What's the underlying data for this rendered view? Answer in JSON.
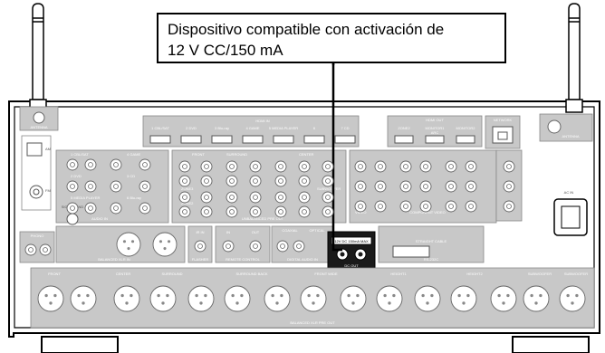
{
  "callout": {
    "line1": "Dispositivo compatible con activación de",
    "line2": "12 V CC/150 mA"
  },
  "panel_labels": {
    "hdmi_in": "HDMI IN",
    "hdmi_inputs": [
      "1 CBL/SAT",
      "2 DVD",
      "3 Blu-ray",
      "4 GAME",
      "5 MEDIA PLAYER",
      "6",
      "7 CD"
    ],
    "hdmi_out": "HDMI OUT",
    "hdmi_out_ports": [
      "ZONE2",
      "MONITOR1",
      "MONITOR2"
    ],
    "arc": "ARC",
    "network": "NETWORK",
    "antenna_left": "ANTENNA",
    "am": "AM",
    "fm": "FM",
    "antenna_right": "ANTENNA",
    "signal_gnd": "SIGNAL GND",
    "audio_in_rows": [
      [
        "1 CBL/SAT",
        "4 GAME"
      ],
      [
        "2 DVD",
        "3 CD"
      ],
      [
        "5 MEDIA PLAYER",
        "6 Blu-ray"
      ]
    ],
    "audio_in": "AUDIO IN",
    "front": "FRONT",
    "surround": "SURROUND",
    "center": "CENTER",
    "subwoofer": "SUBWOOFER",
    "zone2": "ZONE2",
    "zone3": "ZONE3",
    "unbalanced_pre_out": "UNBALANCED PRE OUT",
    "component_video": "COMPONENT VIDEO",
    "video": "VIDEO",
    "phono": "PHONO",
    "balanced_xlr_in": "BALANCED XLR IN",
    "ir_in": "IR IN",
    "flasher": "FLASHER",
    "remote_control": "REMOTE CONTROL",
    "in": "IN",
    "out": "OUT",
    "coaxial": "COAXIAL",
    "optical": "OPTICAL",
    "digital_audio_in": "DIGITAL AUDIO IN",
    "dc_label": "12V DC 150mA MAX",
    "dc_out": "DC OUT",
    "rs232c": "RS-232C",
    "straight_cable": "STRAIGHT CABLE",
    "ac_in": "AC IN",
    "bottom_groups": [
      "FRONT",
      "CENTER",
      "SURROUND",
      "SURROUND BACK",
      "FRONT WIDE",
      "HEIGHT1",
      "HEIGHT2",
      "SUBWOOFER",
      "SUBWOOFER"
    ],
    "balanced_xlr_pre_out": "BALANCED XLR PRE OUT"
  },
  "colors": {
    "outline": "#000000",
    "panel": "#ffffff",
    "label_block": "#c8c8c8",
    "label_text": "#ffffff",
    "dark_block": "#1a1a1a"
  }
}
